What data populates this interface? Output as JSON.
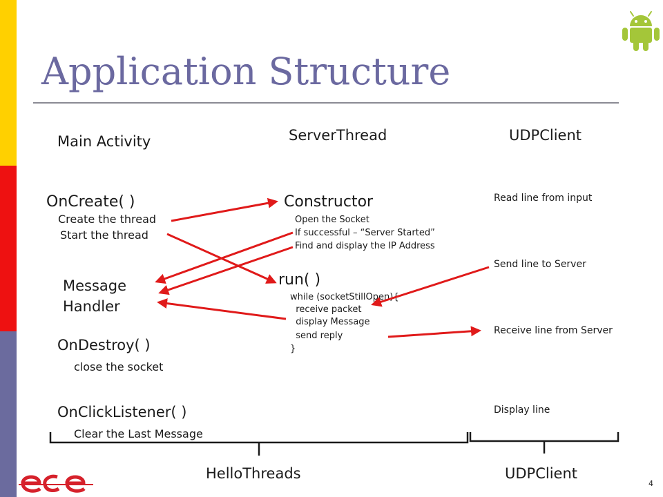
{
  "slide": {
    "title": "Application Structure",
    "page_number": "4",
    "band_colors": [
      "#ffd000",
      "#ee1111",
      "#6b6b9e"
    ],
    "accent_color": "#e01a1a",
    "icons": [
      "android-icon",
      "ece-logo"
    ]
  },
  "columns": {
    "main_activity": "Main Activity",
    "server_thread": "ServerThread",
    "udp_client": "UDPClient"
  },
  "main_activity": {
    "on_create": "OnCreate( )",
    "create_thread": "Create the thread",
    "start_thread": "Start the thread",
    "message": "Message",
    "handler": "Handler",
    "on_destroy": "OnDestroy( )",
    "close_socket": "close the socket",
    "on_click_listener": "OnClickListener( )",
    "clear_message": "Clear the Last Message"
  },
  "server_thread": {
    "constructor": "Constructor",
    "constructor_steps": [
      "Open the Socket",
      "If successful – “Server Started”",
      "Find and display the IP Address"
    ],
    "run": "run( )",
    "run_lines": [
      "while (socketStillOpen){",
      "  receive packet",
      "  display Message",
      "  send reply",
      "}"
    ]
  },
  "udp_client": {
    "read_line": "Read line from input",
    "send_line": "Send line to Server",
    "receive_line": "Receive line from Server",
    "display_line": "Display line"
  },
  "groups": {
    "left": "HelloThreads",
    "right": "UDPClient"
  }
}
